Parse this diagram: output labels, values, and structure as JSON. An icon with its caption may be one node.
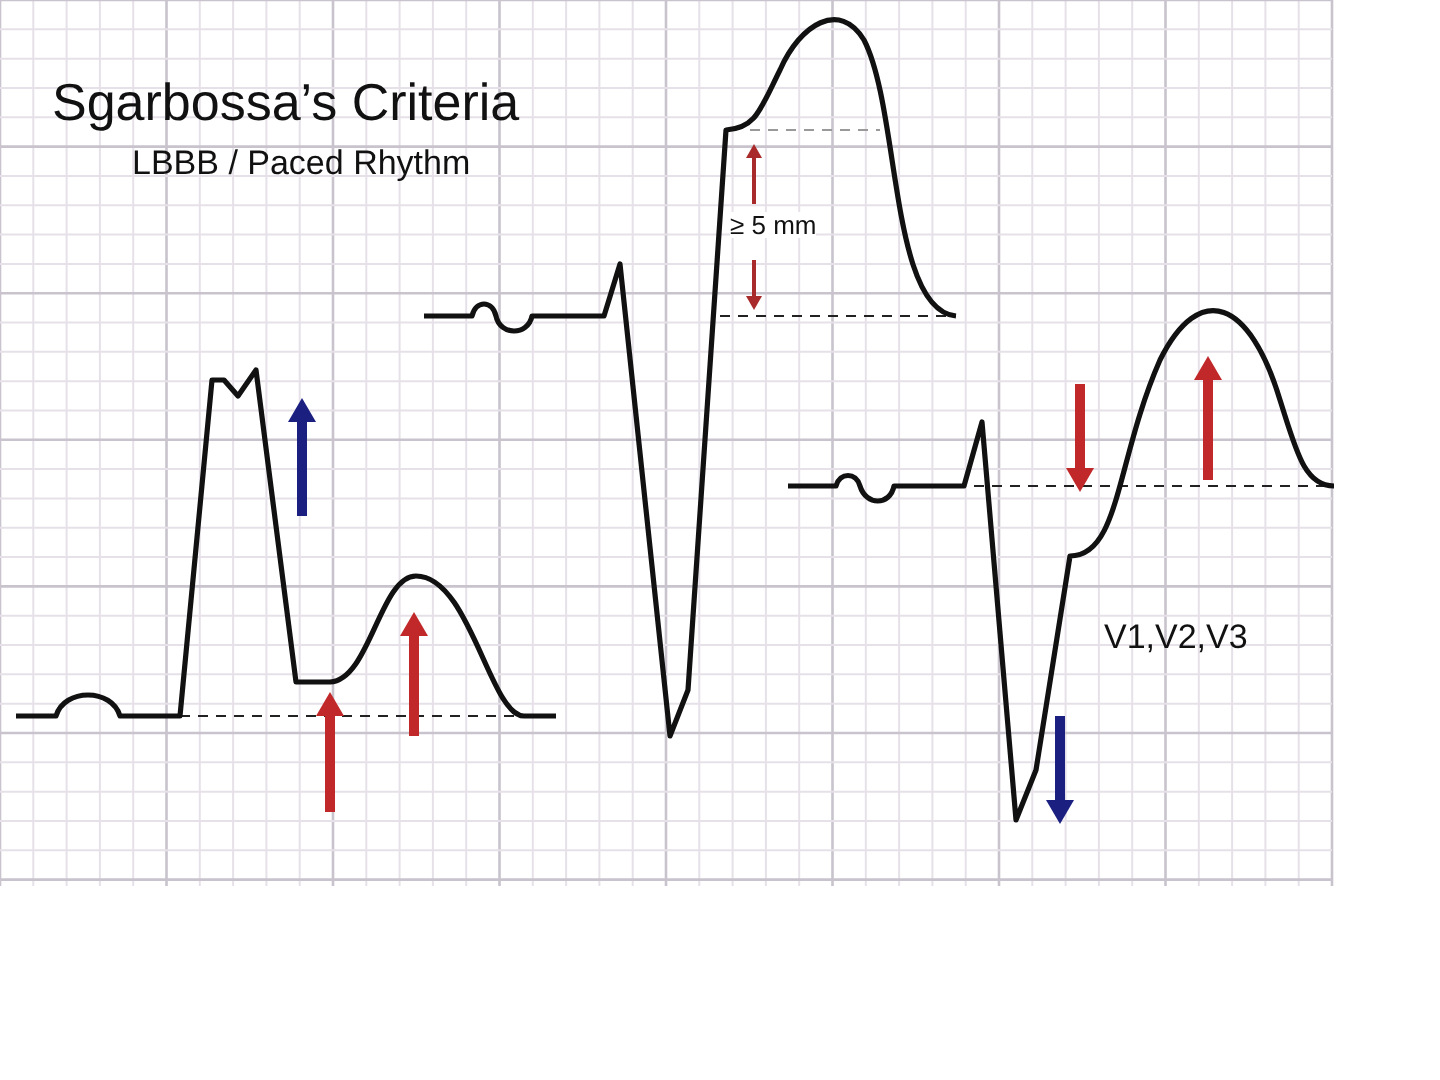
{
  "diagram": {
    "title": "Sgarbossa’s Criteria",
    "labels": [
      "LBBB / Paced Rhythm",
      "≥ 5 mm",
      "V1,V2,V3"
    ]
  }
}
